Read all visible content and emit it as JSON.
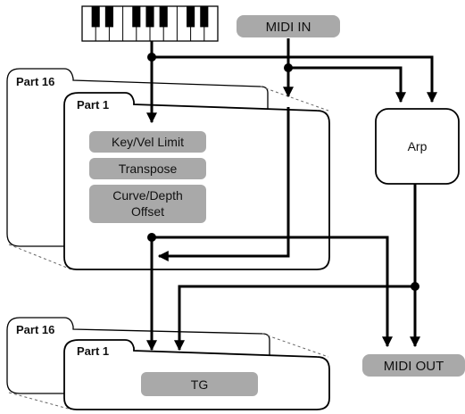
{
  "labels": {
    "midi_in": "MIDI IN",
    "midi_out": "MIDI OUT",
    "arp": "Arp",
    "tg": "TG",
    "upper_part_back": "Part 16",
    "upper_part_front": "Part 1",
    "lower_part_back": "Part 16",
    "lower_part_front": "Part 1",
    "key_vel_limit": "Key/Vel Limit",
    "transpose": "Transpose",
    "curve_depth_line1": "Curve/Depth",
    "curve_depth_line2": "Offset"
  },
  "keyboard": {
    "white_keys": 10
  },
  "colors": {
    "stroke": "#000000",
    "label_fill": "#a9a9a9",
    "block_fill": "#ffffff",
    "dashed": "#666666"
  }
}
